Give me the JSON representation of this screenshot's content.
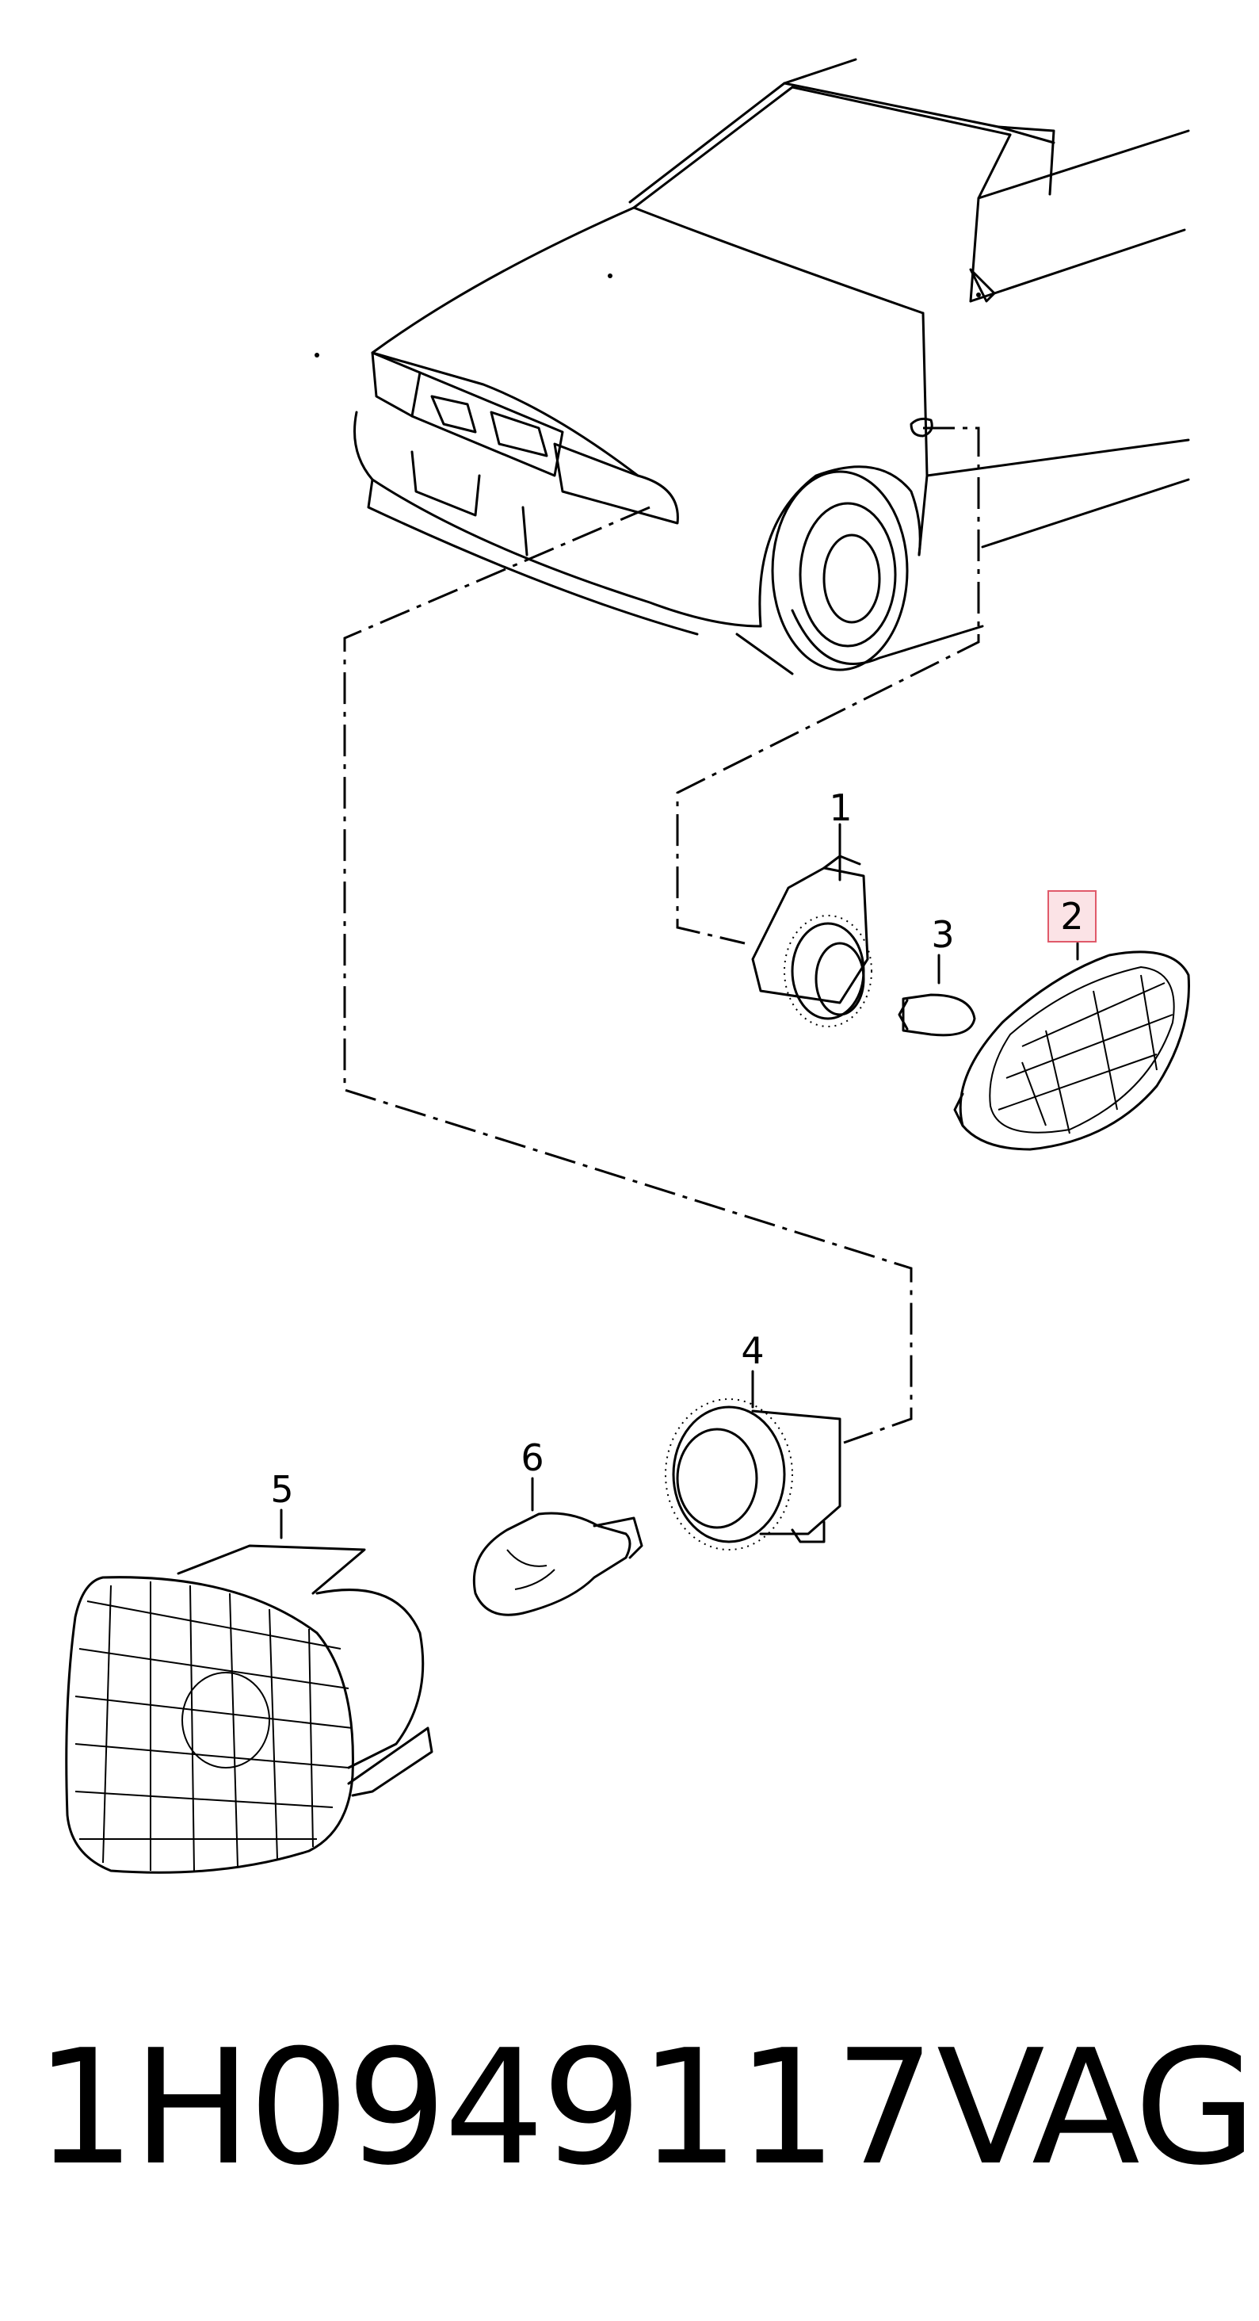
{
  "callouts": [
    "1",
    "2",
    "3",
    "4",
    "5",
    "6"
  ],
  "highlighted_callout": "2",
  "highlight_color": "#e05a6a",
  "highlight_fill": "#fbe3e6",
  "part_number": "1H0949117",
  "brand": "VAG"
}
